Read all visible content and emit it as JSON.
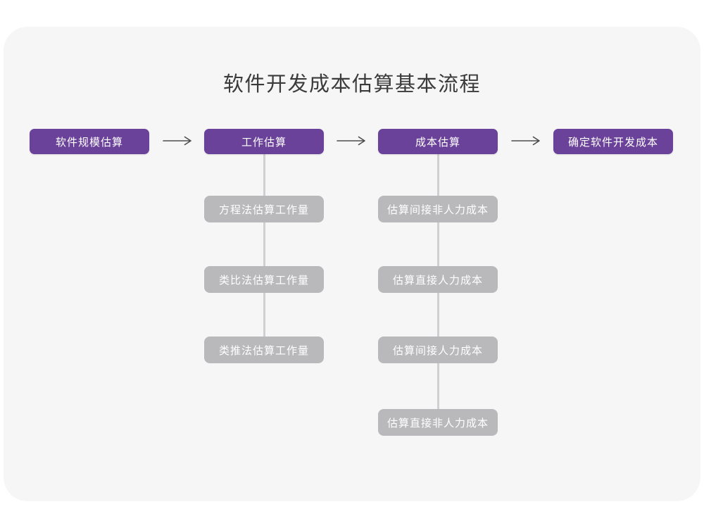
{
  "title": "软件开发成本估算基本流程",
  "colors": {
    "page_bg": "#ffffff",
    "card_bg": "#f6f6f7",
    "primary": "#6b4299",
    "secondary": "#b9b9bb",
    "arrow": "#4d4d4d",
    "connector": "#d0d0d2",
    "title_text": "#3b3b3b",
    "box_text": "#ffffff"
  },
  "flow": {
    "stages": [
      {
        "label": "软件规模估算",
        "substeps": []
      },
      {
        "label": "工作估算",
        "substeps": [
          "方程法估算工作量",
          "类比法估算工作量",
          "类推法估算工作量"
        ]
      },
      {
        "label": "成本估算",
        "substeps": [
          "估算间接非人力成本",
          "估算直接人力成本",
          "估算间接人力成本",
          "估算直接非人力成本"
        ]
      },
      {
        "label": "确定软件开发成本",
        "substeps": []
      }
    ]
  }
}
